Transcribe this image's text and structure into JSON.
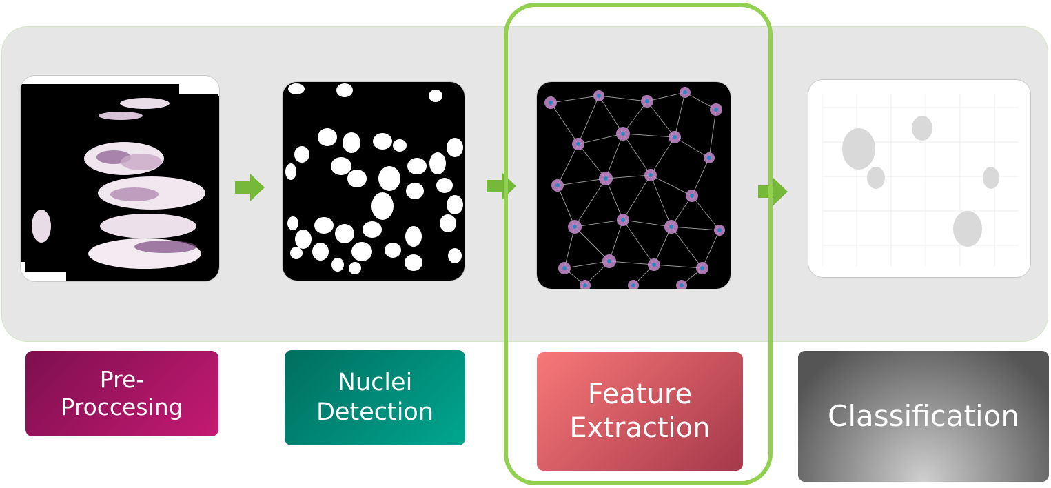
{
  "stages": [
    {
      "name": "pre-processing",
      "label": "Pre-\nProccesing",
      "colors": [
        "#7d0f4e",
        "#c41a72"
      ]
    },
    {
      "name": "nuclei-detection",
      "label": "Nuclei\nDetection",
      "colors": [
        "#006e5f",
        "#00a68f"
      ]
    },
    {
      "name": "feature-extraction",
      "label": "Feature\nExtraction",
      "colors": [
        "#f87878",
        "#a5384a"
      ]
    },
    {
      "name": "classification",
      "label": "Classification",
      "colors": [
        "#555555",
        "#cfcfcf"
      ]
    }
  ],
  "colors": {
    "panel": "#e6e6e6",
    "highlight": "#92d050",
    "arrow": "#76b83a",
    "tissue": "#8a5a8f",
    "graph_edge": "#c8c8c8",
    "graph_node": "#2e86c1"
  }
}
